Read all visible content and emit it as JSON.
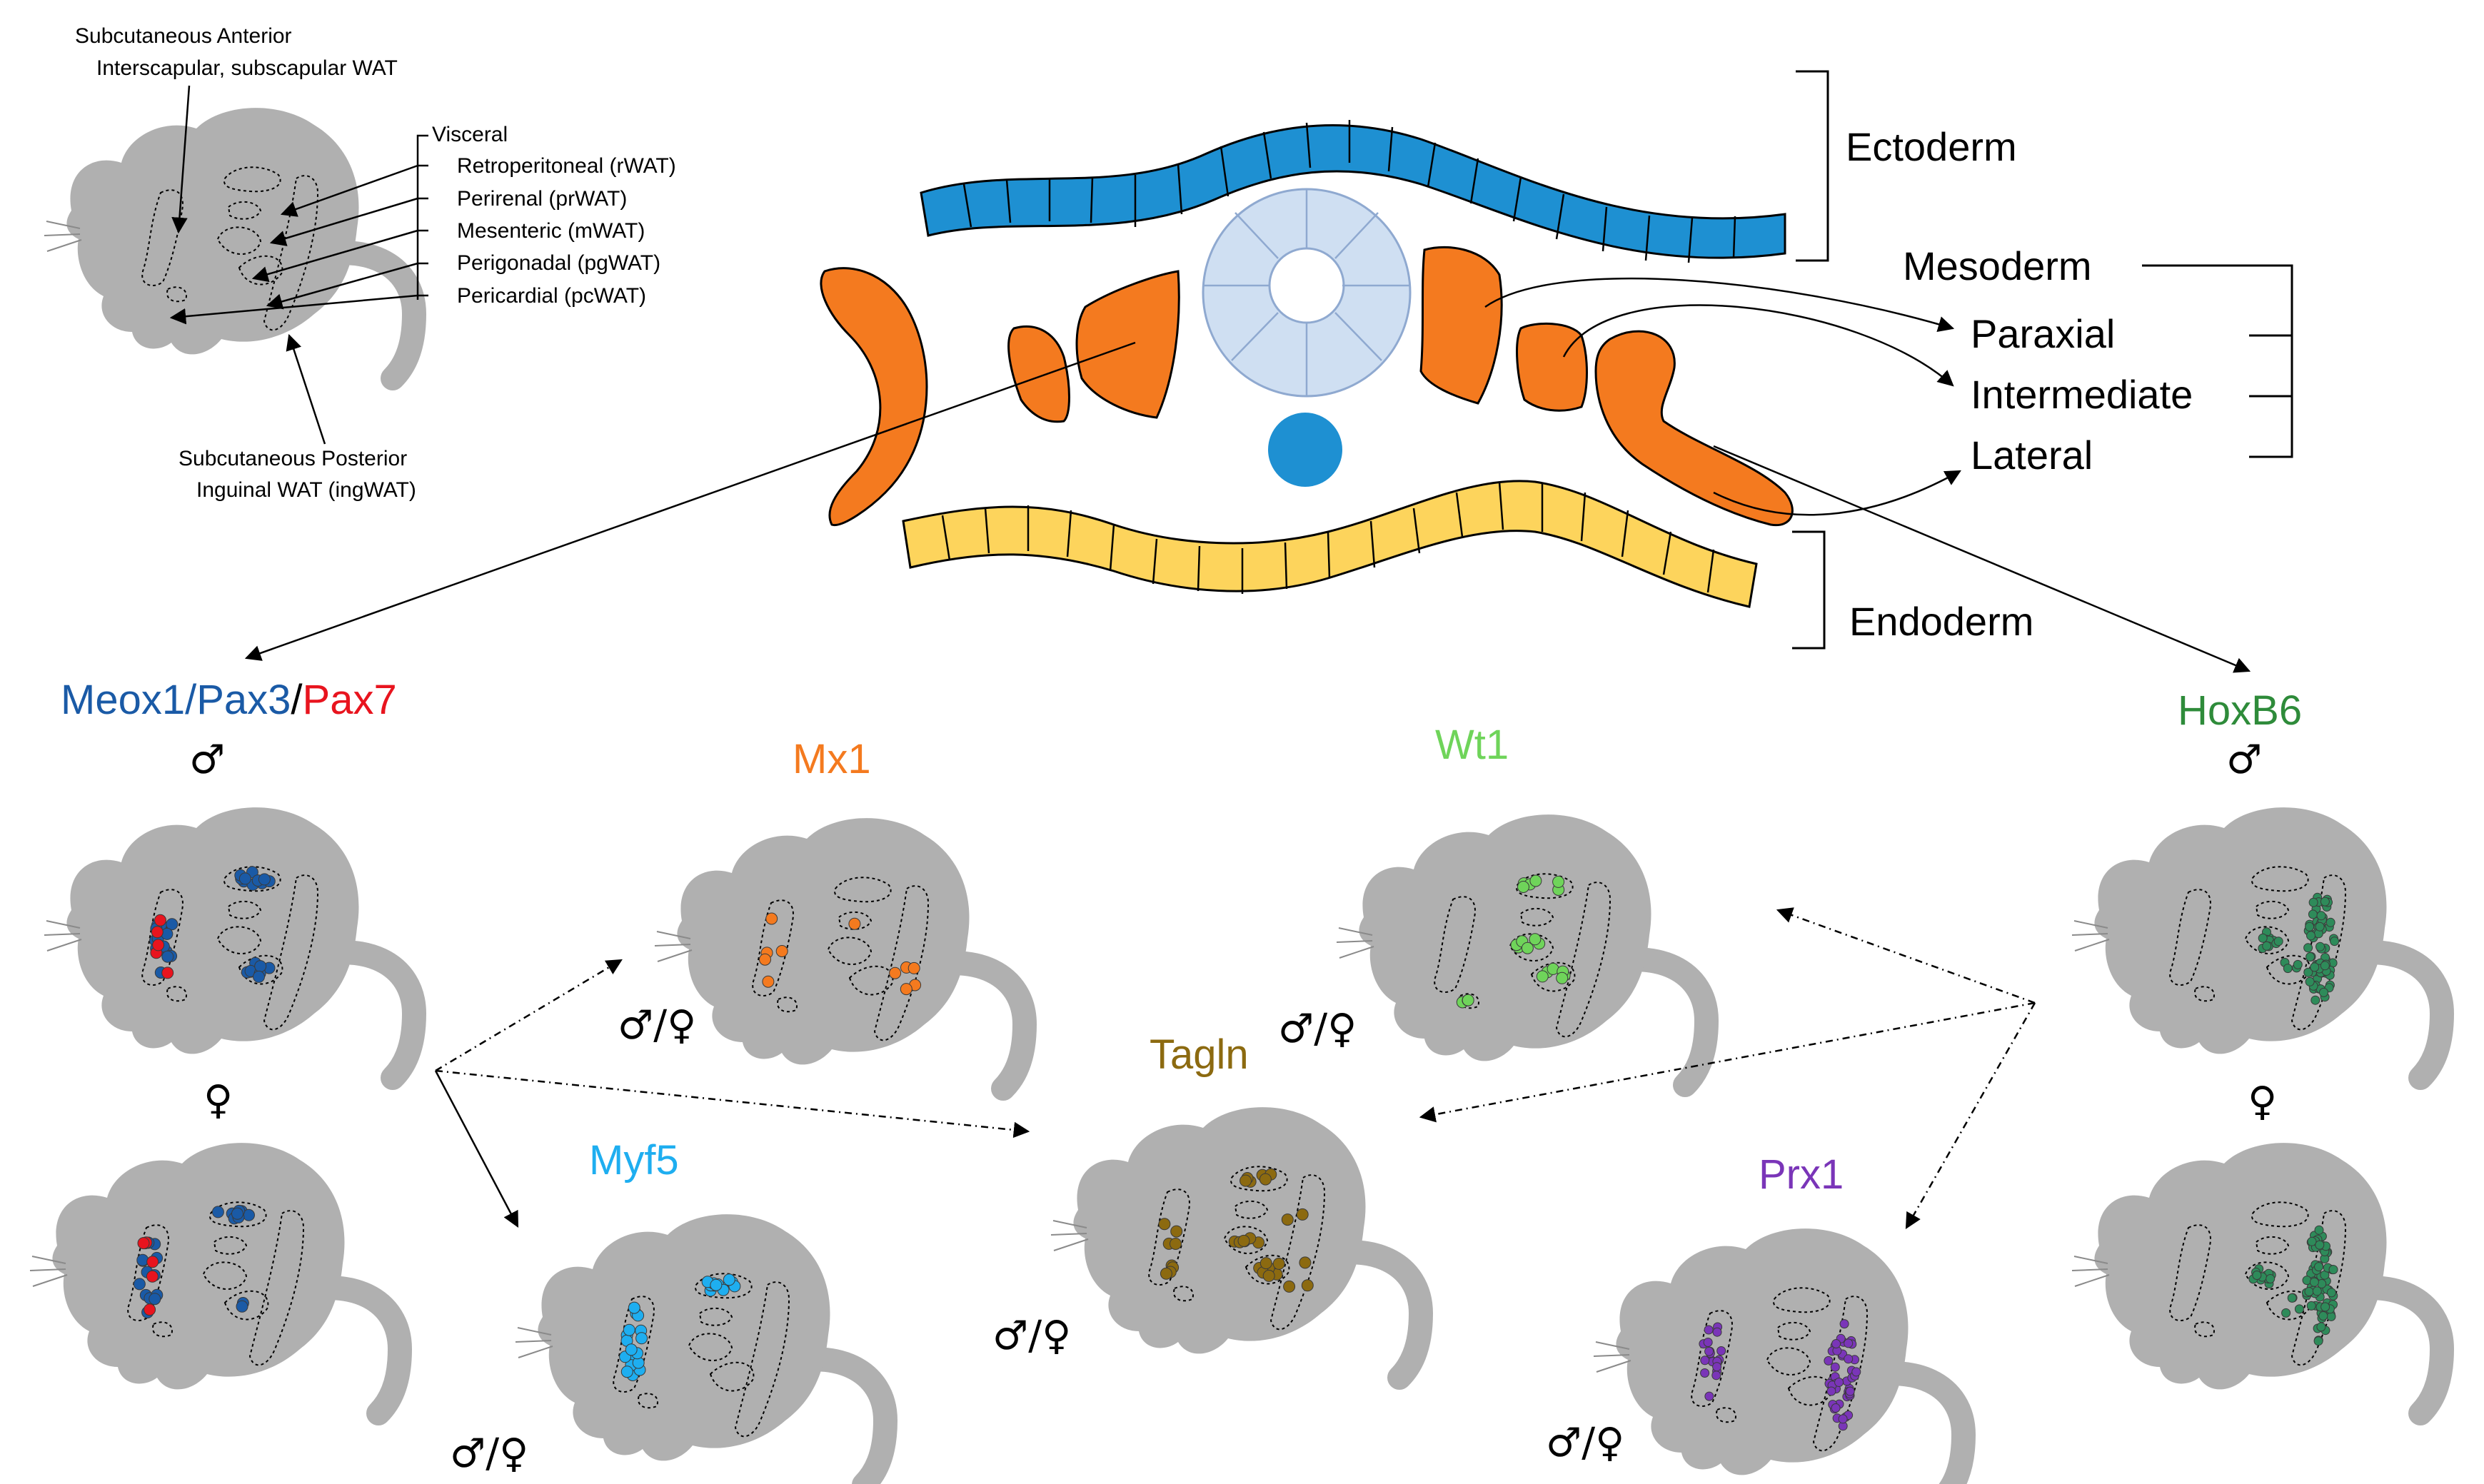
{
  "colors": {
    "mouse_body": "#b0b0b0",
    "ectoderm": "#1e90d2",
    "mesoderm": "#f47a1f",
    "endoderm": "#fdd45c",
    "neural_tube": "#cfdff2",
    "notochord": "#1e90d2",
    "meox1": "#1a5aa6",
    "pax3": "#1a5aa6",
    "pax7": "#e8141e",
    "mx1": "#f47a1f",
    "myf5": "#1eaef0",
    "tagln": "#8c6a10",
    "wt1": "#6fd45a",
    "prx1": "#7a35b8",
    "hoxb6": "#2e8b3a",
    "hoxb6_dot": "#2e8b5a"
  },
  "depot_key": {
    "subcutaneous_anterior_title": "Subcutaneous Anterior",
    "subcutaneous_anterior_detail": "Interscapular, subscapular WAT",
    "visceral": "Visceral",
    "retroperitoneal": "Retroperitoneal (rWAT)",
    "perirenal": "Perirenal (prWAT)",
    "mesenteric": "Mesenteric (mWAT)",
    "perigonadal": "Perigonadal (pgWAT)",
    "pericardial": "Pericardial (pcWAT)",
    "subcutaneous_posterior_title": "Subcutaneous Posterior",
    "subcutaneous_posterior_detail": "Inguinal WAT (ingWAT)"
  },
  "germ_layers": {
    "ectoderm": "Ectoderm",
    "mesoderm": "Mesoderm",
    "paraxial": "Paraxial",
    "intermediate": "Intermediate",
    "lateral": "Lateral",
    "endoderm": "Endoderm"
  },
  "lineages": {
    "meox1": "Meox1",
    "slash1": "/",
    "pax3": "Pax3",
    "slash2": "/",
    "pax7": "Pax7",
    "mx1": "Mx1",
    "myf5": "Myf5",
    "tagln": "Tagln",
    "wt1": "Wt1",
    "prx1": "Prx1",
    "hoxb6": "HoxB6"
  },
  "sex_labels": {
    "male": "♂",
    "female": "♀",
    "both": "♂/♀"
  }
}
